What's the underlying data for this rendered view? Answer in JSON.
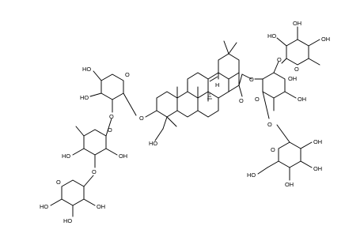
{
  "figure": {
    "type": "chemical-structure",
    "description_visible_text_only": true
  },
  "labels": {
    "ring_oxygen": "O",
    "hydroxyl": "HO",
    "hydroxyl_right": "OH",
    "hydrogen": "H",
    "carbonyl_oxygen": "O",
    "ester_oxygen": "O"
  }
}
